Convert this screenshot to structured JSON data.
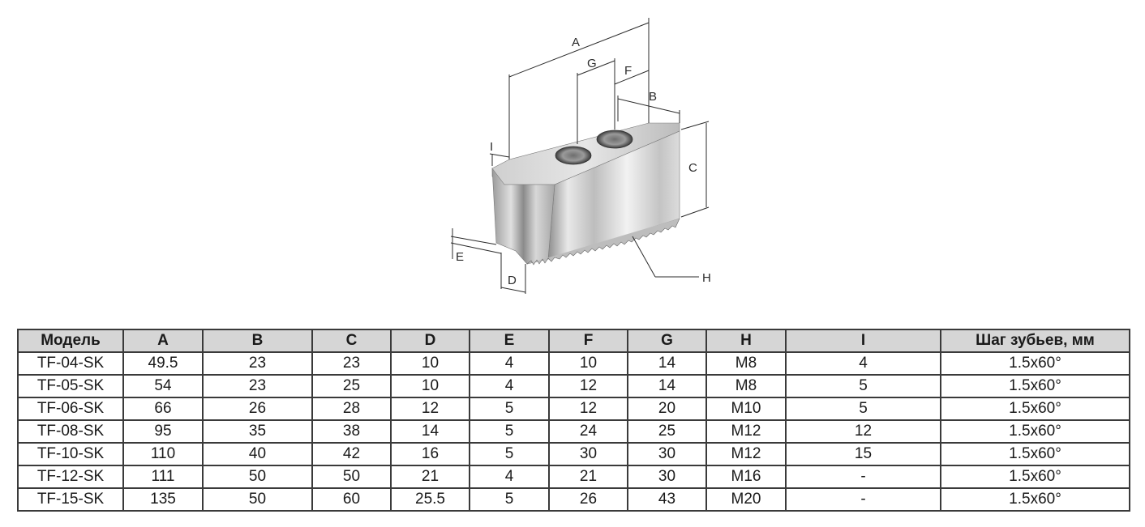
{
  "drawing": {
    "labels": {
      "A": "A",
      "B": "B",
      "C": "C",
      "D": "D",
      "E": "E",
      "F": "F",
      "G": "G",
      "H": "H",
      "I": "I"
    }
  },
  "table": {
    "headers": [
      "Модель",
      "A",
      "B",
      "C",
      "D",
      "E",
      "F",
      "G",
      "H",
      "I",
      "Шаг зубьев, мм"
    ],
    "rows": [
      [
        "TF-04-SK",
        "49.5",
        "23",
        "23",
        "10",
        "4",
        "10",
        "14",
        "M8",
        "4",
        "1.5x60°"
      ],
      [
        "TF-05-SK",
        "54",
        "23",
        "25",
        "10",
        "4",
        "12",
        "14",
        "M8",
        "5",
        "1.5x60°"
      ],
      [
        "TF-06-SK",
        "66",
        "26",
        "28",
        "12",
        "5",
        "12",
        "20",
        "M10",
        "5",
        "1.5x60°"
      ],
      [
        "TF-08-SK",
        "95",
        "35",
        "38",
        "14",
        "5",
        "24",
        "25",
        "M12",
        "12",
        "1.5x60°"
      ],
      [
        "TF-10-SK",
        "110",
        "40",
        "42",
        "16",
        "5",
        "30",
        "30",
        "M12",
        "15",
        "1.5x60°"
      ],
      [
        "TF-12-SK",
        "111",
        "50",
        "50",
        "21",
        "4",
        "21",
        "30",
        "M16",
        "-",
        "1.5x60°"
      ],
      [
        "TF-15-SK",
        "135",
        "50",
        "60",
        "25.5",
        "5",
        "26",
        "43",
        "M20",
        "-",
        "1.5x60°"
      ]
    ]
  }
}
